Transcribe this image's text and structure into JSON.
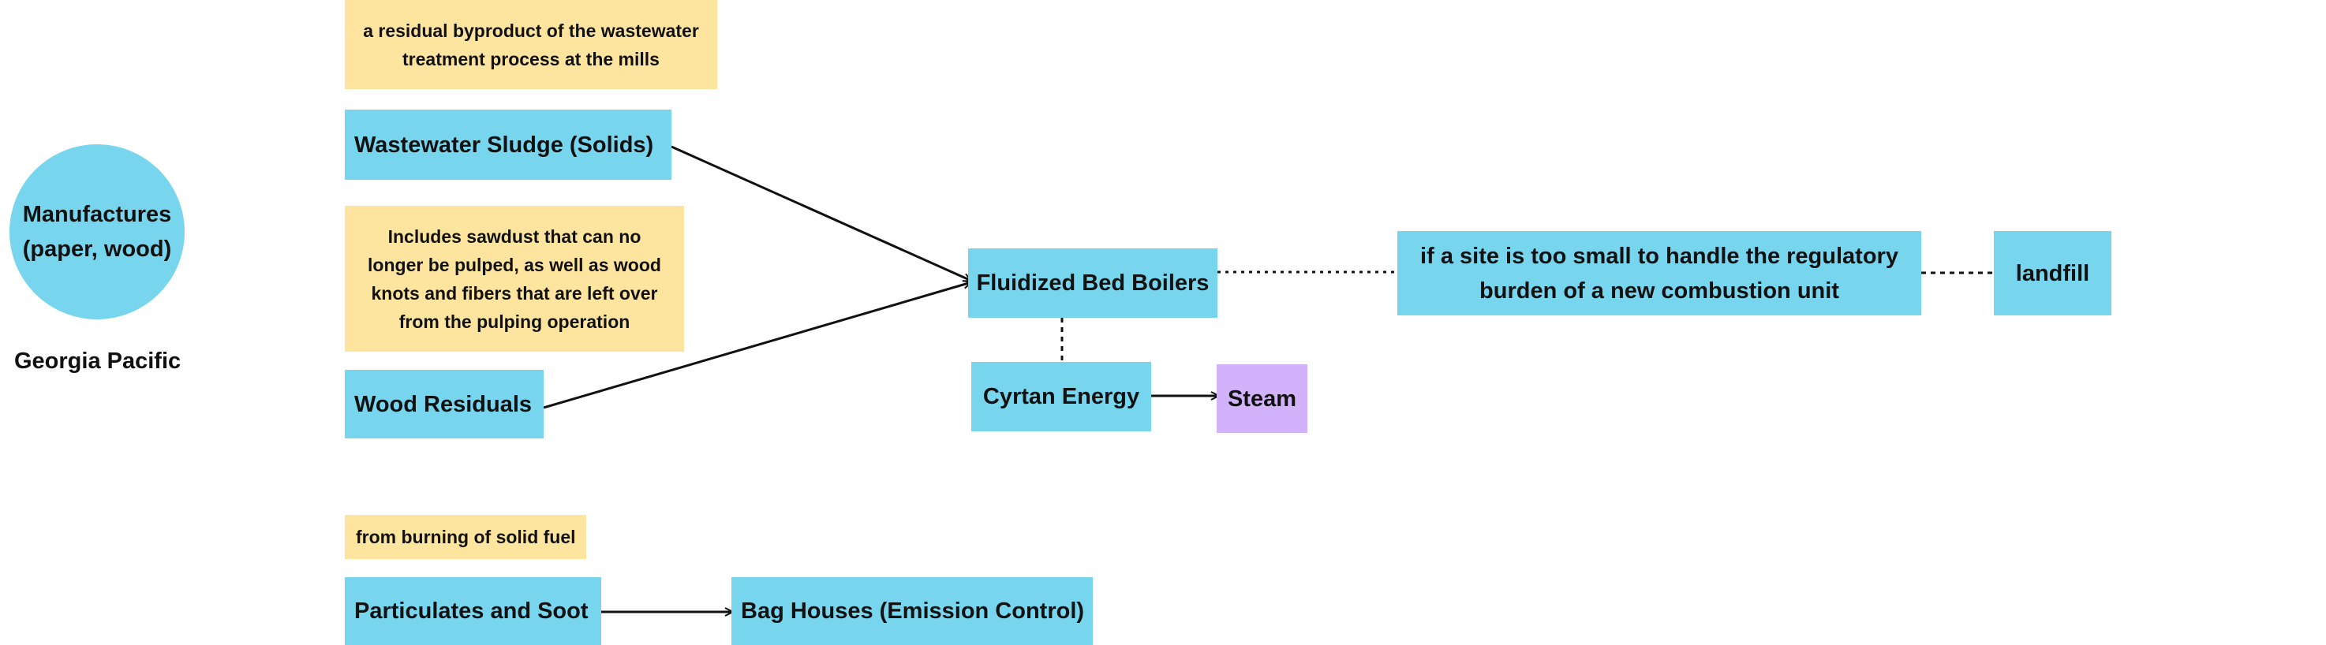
{
  "company": {
    "circle_label": "Manufactures (paper, wood)",
    "name": "Georgia Pacific"
  },
  "notes": {
    "sludge_note": "a residual byproduct of the wastewater treatment process at the mills",
    "wood_note": "Includes sawdust that can no longer be pulped, as well as wood knots and fibers that are left over from the pulping operation",
    "soot_note": "from burning of solid fuel"
  },
  "nodes": {
    "wastewater_sludge": "Wastewater Sludge (Solids)",
    "wood_residuals": "Wood Residuals",
    "fluidized_bed_boilers": "Fluidized Bed Boilers",
    "cyrtan_energy": "Cyrtan Energy",
    "steam": "Steam",
    "small_site": "if a site is too small to handle the regulatory burden of a new combustion unit",
    "landfill": "landfill",
    "particulates_soot": "Particulates and Soot",
    "bag_houses": "Bag Houses (Emission Control)"
  },
  "colors": {
    "blue_node": "#78d5ee",
    "yellow_note": "#fde59f",
    "purple_node": "#d2b3fb",
    "edge": "#111111"
  }
}
